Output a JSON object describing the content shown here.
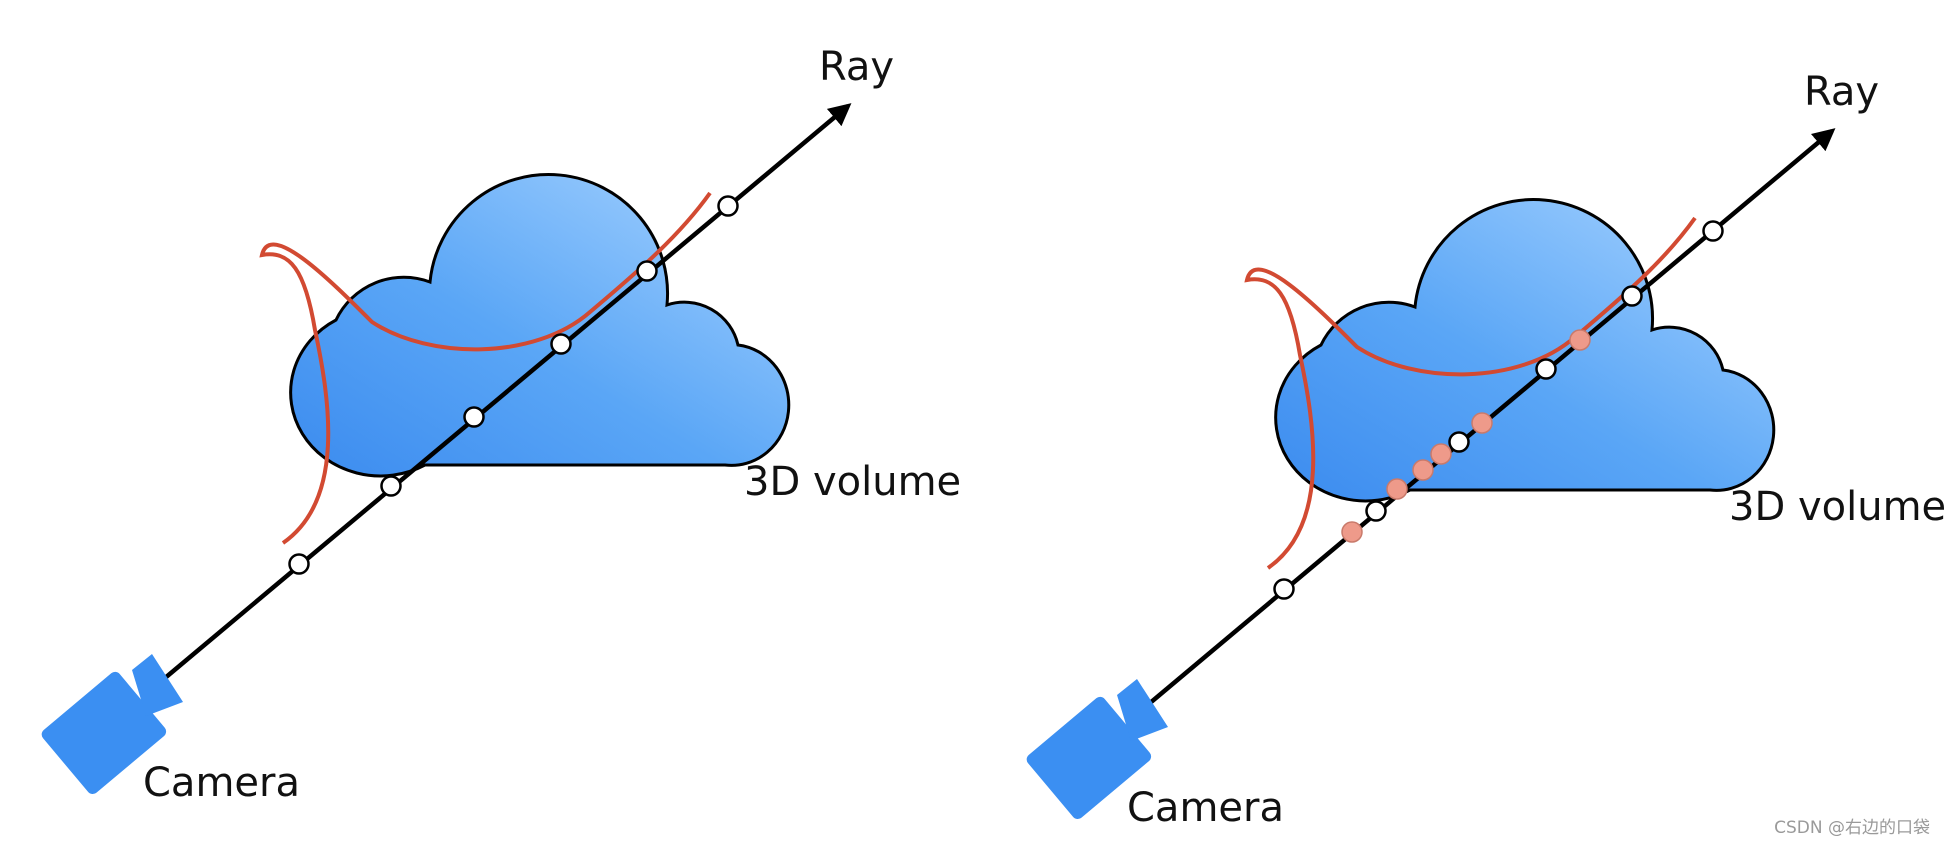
{
  "panels": [
    {
      "ray_label": "Ray",
      "volume_label": "3D volume",
      "camera_label": "Camera"
    },
    {
      "ray_label": "Ray",
      "volume_label": "3D volume",
      "camera_label": "Camera"
    }
  ],
  "watermark": "CSDN @右边的口袋",
  "colors": {
    "cloud_light": "#a9d4ff",
    "cloud_dark": "#3b8bef",
    "camera": "#3b8ff2",
    "density_curve": "#d24a32",
    "ray": "#000000",
    "sample_point": "#ffffff",
    "importance_sample": "#ee9a8a"
  }
}
